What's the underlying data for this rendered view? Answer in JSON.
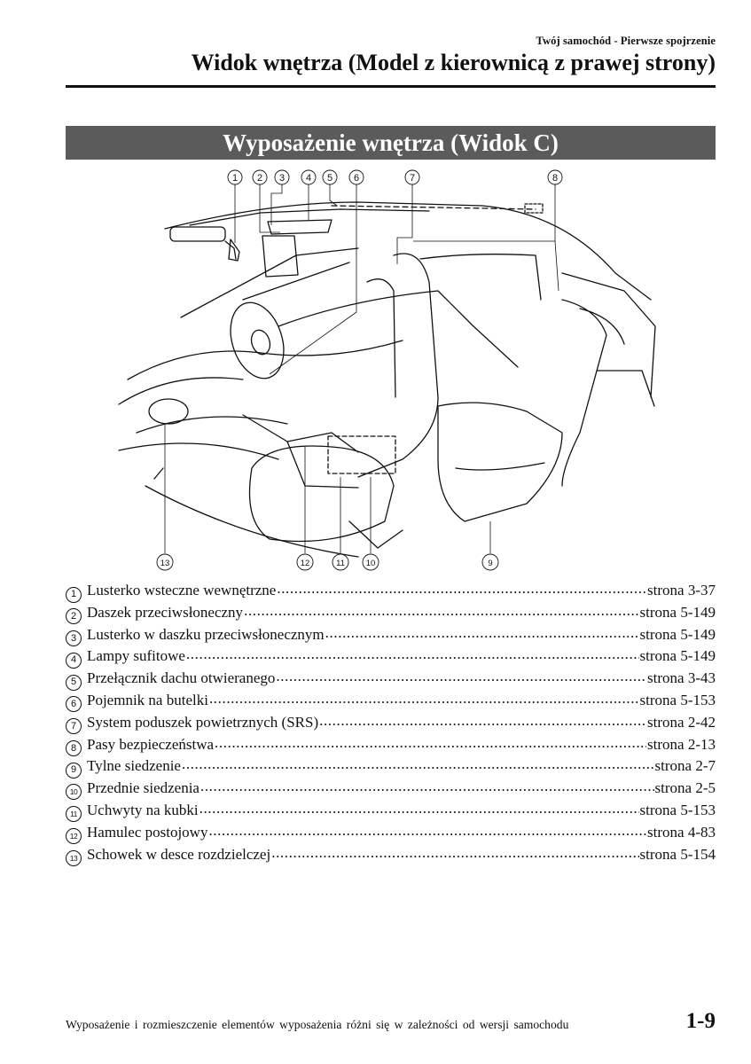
{
  "header": {
    "section": "Twój samochód - Pierwsze spojrzenie",
    "title": "Widok wnętrza (Model z kierownicą z prawej strony)"
  },
  "banner": "Wyposażenie wnętrza (Widok C)",
  "callouts": [
    "1",
    "2",
    "3",
    "4",
    "5",
    "6",
    "7",
    "8",
    "9",
    "10",
    "11",
    "12",
    "13"
  ],
  "items": [
    {
      "num": "1",
      "label": "Lusterko wsteczne wewnętrzne",
      "page": "strona 3-37"
    },
    {
      "num": "2",
      "label": "Daszek przeciwsłoneczny",
      "page": "strona 5-149"
    },
    {
      "num": "3",
      "label": "Lusterko w daszku przeciwsłonecznym",
      "page": "strona 5-149"
    },
    {
      "num": "4",
      "label": "Lampy sufitowe",
      "page": "strona 5-149"
    },
    {
      "num": "5",
      "label": "Przełącznik dachu otwieranego",
      "page": "strona 3-43"
    },
    {
      "num": "6",
      "label": "Pojemnik na butelki",
      "page": "strona 5-153"
    },
    {
      "num": "7",
      "label": "System poduszek powietrznych (SRS)",
      "page": "strona 2-42"
    },
    {
      "num": "8",
      "label": "Pasy bezpieczeństwa",
      "page": "strona 2-13"
    },
    {
      "num": "9",
      "label": "Tylne siedzenie",
      "page": "strona 2-7"
    },
    {
      "num": "10",
      "label": "Przednie siedzenia",
      "page": "strona 2-5"
    },
    {
      "num": "11",
      "label": "Uchwyty na kubki",
      "page": "strona 5-153"
    },
    {
      "num": "12",
      "label": "Hamulec postojowy",
      "page": "strona 4-83"
    },
    {
      "num": "13",
      "label": "Schowek w desce rozdzielczej",
      "page": "strona 5-154"
    }
  ],
  "footer": {
    "note": "Wyposażenie i rozmieszczenie elementów wyposażenia różni się w zależności od wersji samochodu",
    "page_number": "1-9"
  }
}
